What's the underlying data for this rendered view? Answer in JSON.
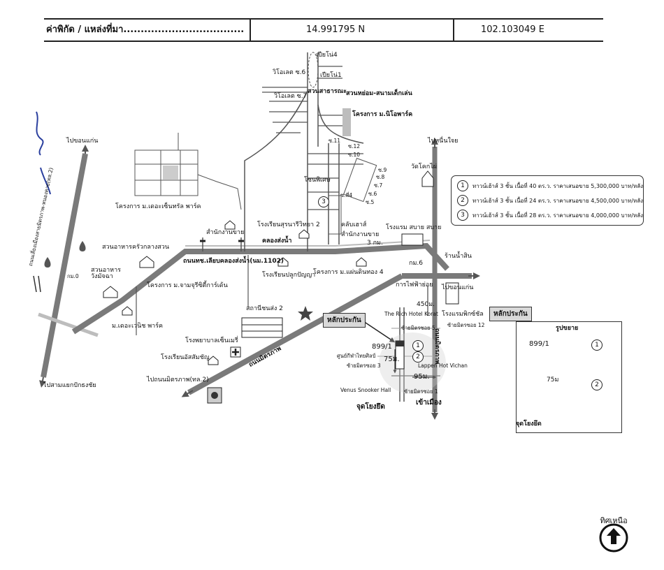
{
  "header": {
    "label": "ค่าพิกัด / แหล่งที่มา...................................",
    "latitude": "14.991795  N",
    "longitude": "102.103049  E"
  },
  "map_labels": {
    "khonkaen_top": "ไปขอนแก่น",
    "mueang_bypass": "ถนนเลี่ยงเมืองสายมิตรภาพ-หนองคาย(ทล.2)",
    "km0": "กม.0",
    "pak_thong_chai": "ไปสามแยกปักธงชัย",
    "suan_ahan_krua": "สวนอาหารครัวกลางสวน",
    "suan_ahan_wangmutcha": "สวนอาหาร\nวังมัจฉา",
    "the_green_park": "ม.เดอะเวนิช พาร์ค",
    "chamchuri": "โครงการ ม.จามจุรีซิตี้การ์เด้น",
    "the_trust_park": "โครงการ ม.เดอะเซ็นทรัล พาร์ค",
    "samnak_ngan_khai": "สำนักงานขาย",
    "khlong_song_nam_road": "ถนนทช.เลียบคลองส่งน้ำ(นม.1102)",
    "khlong_song_nam": "คลองส่งน้ำ",
    "school_suranari": "โรงเรียนสุรนารีวิทยา 2",
    "school_pluk_panya": "โรงเรียนปลูกปัญญา",
    "station_2": "สถานีชนส่ง 2",
    "hospital_saint_mary": "โรงพยาบาลเซ็นเมรี่",
    "school_assumption": "โรงเรียนอัสสัมชัญ",
    "mittraphap_road": "ถนนมิตรภาพ",
    "to_mittraphap": "ไปถนนมิตรภาพ(ทล.2)",
    "khonkaen_right": "ไปขอนแก่น",
    "nong_khai": "ไปหนื่นใจย",
    "wat_klang": "วัดโคกไผ่",
    "club_house": "คลับเฮาส์",
    "sales_office_2": "สำนักงานขาย",
    "hotel_sabai": "โรงแรม สบาย สบาย",
    "ran_nam_sin": "ร้านน้ำสิน",
    "km6": "กม.6",
    "three_km": "3 กม.",
    "sahathai": "โครงการ ม.แผ่นดินทอง 4",
    "electricity": "การไฟฟ้าย่อย",
    "hotel_pichet": "โรงแรมพิกซ์ชัล",
    "four_fifty_m": "450ม.",
    "the_rich_hotel": "The Rich Hotel Korat",
    "soi_5": "ซ้ายมิตรซอย 5",
    "soi_12": "ซ้ายมิตรซอย 12",
    "soi_3": "ซ้ายมิตรซอย 3",
    "soi_1": "ซ้ายมิตรซอย 1",
    "lapin": "Lappen Hot Vichan",
    "thai_arch": "ศูนย์กีฬาไทยศิลป์",
    "venus": "Venus Snooker Hall",
    "lak_prakan": "หลักประกัน",
    "num_8991": "899/1",
    "seventy_five_m": "75ม.",
    "ninety_five_m": "95ม.",
    "jud_yoj": "จุดโยงยึด",
    "khao_mueang": "เข้าเมือง",
    "mittraphap_v": "ถนนมิตรภาพ",
    "kiew_zone": "โซนพิเศษ",
    "sahakon": "สวนสาธารณะ",
    "playground": "สวนหย่อม-สนามเด็กเล่น",
    "project_nicopark": "โครงการ ม.นิโอพาร์ค",
    "villa_6": "วิโอเลต ซ.6",
    "villa_7": "วิโอเลต ซ.7",
    "peony_4": "เปียโน่4",
    "peony_1": "เปียโน่1",
    "r11": "ซ.11",
    "r12": "ซ.12",
    "r10": "ซ.10",
    "r9": "ซ.9",
    "r8": "ซ.8",
    "r7": "ซ.7",
    "r6": "ซ.6",
    "r5": "ซ.5",
    "r4": "ซ.ที่4"
  },
  "legend": {
    "items": [
      {
        "num": "1",
        "text": "ทาวน์เฮ้าส์ 3 ชั้น เนื้อที่ 40 ตร.ว. ราคาเสนอขาย 5,300,000 บาท/หลัง"
      },
      {
        "num": "2",
        "text": "ทาวน์เฮ้าส์ 3 ชั้น เนื้อที่ 24 ตร.ว. ราคาเสนอขาย 4,500,000 บาท/หลัง"
      },
      {
        "num": "3",
        "text": "ทาวน์เฮ้าส์ 3 ชั้น เนื้อที่ 28 ตร.ว. ราคาเสนอขาย 4,000,000 บาท/หลัง"
      }
    ]
  },
  "inset": {
    "lak_prakan": "หลักประกัน",
    "title": "รูปขยาย",
    "num": "899/1",
    "dist": "75ม",
    "jud_yoj": "จุดโยงยึด",
    "c1": "1",
    "c2": "2"
  },
  "markers": {
    "m1": "1",
    "m2": "2",
    "m3": "3"
  },
  "north": {
    "label": "ทิศเหนือ"
  }
}
